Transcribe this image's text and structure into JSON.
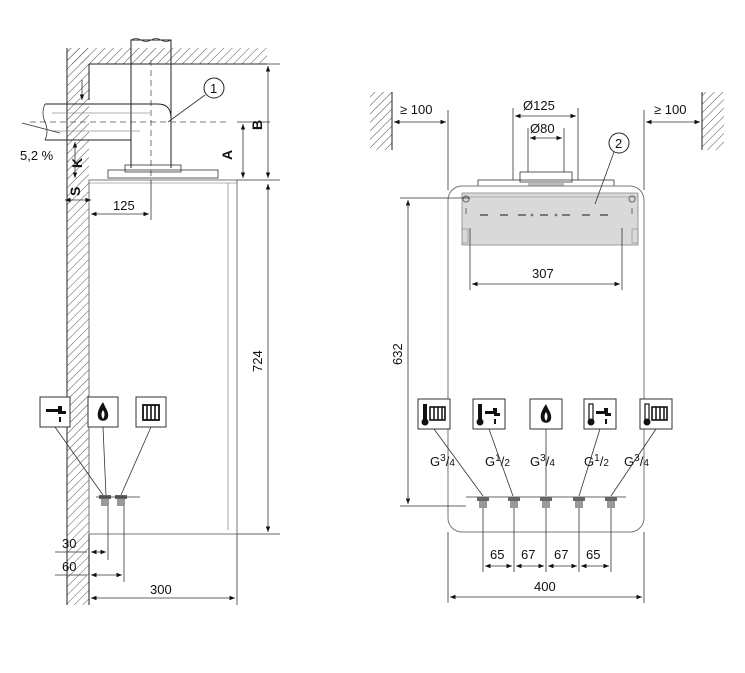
{
  "side_view": {
    "callout_1": "1",
    "dim_A": "A",
    "dim_B": "B",
    "dim_K": "K",
    "dim_S": "S",
    "slope": "5,2 %",
    "dim_125": "125",
    "dim_724": "724",
    "dim_30": "30",
    "dim_60": "60",
    "dim_300": "300"
  },
  "front_view": {
    "callout_2": "2",
    "clearance_left": "≥ 100",
    "clearance_right": "≥ 100",
    "dia_outer": "Ø125",
    "dia_inner": "Ø80",
    "dim_307": "307",
    "dim_632": "632",
    "dim_400": "400",
    "spacing": [
      "65",
      "67",
      "67",
      "65"
    ],
    "connections": [
      {
        "base": "G",
        "num": "3",
        "den": "4"
      },
      {
        "base": "G",
        "num": "1",
        "den": "2"
      },
      {
        "base": "G",
        "num": "3",
        "den": "4"
      },
      {
        "base": "G",
        "num": "1",
        "den": "2"
      },
      {
        "base": "G",
        "num": "3",
        "den": "4"
      }
    ]
  },
  "icon_colors": {
    "ink": "#111111",
    "frame": "#333333"
  }
}
